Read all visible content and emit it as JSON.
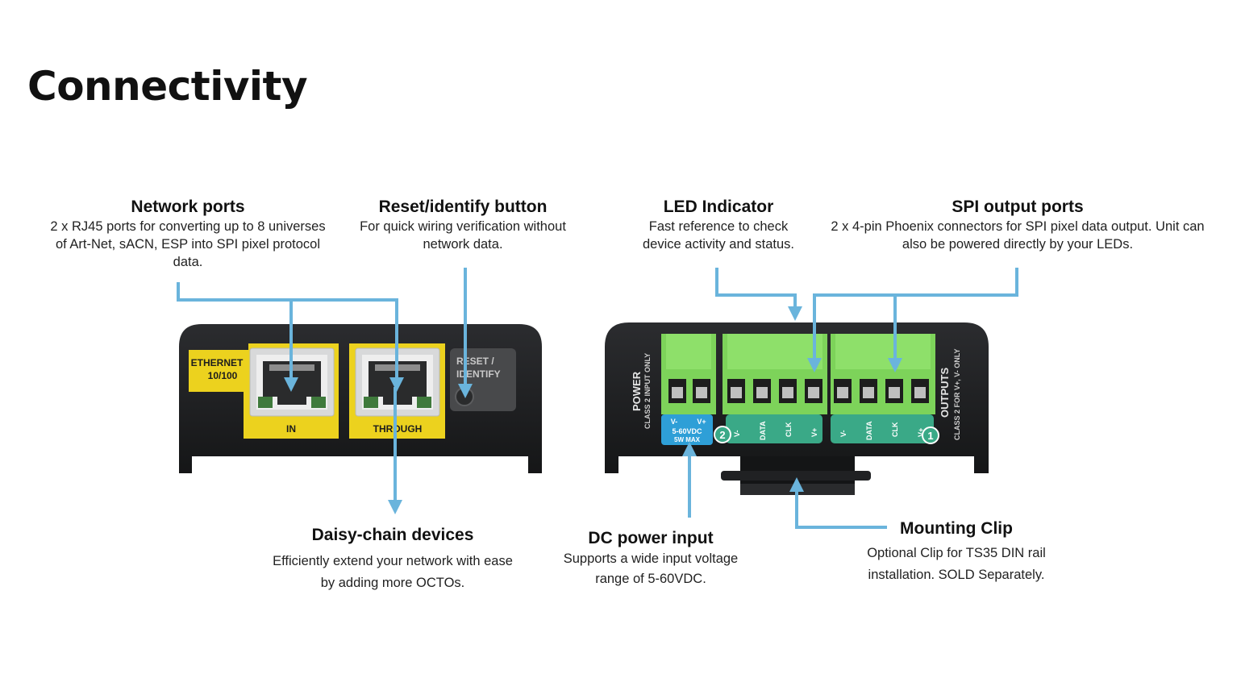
{
  "page": {
    "title": "Connectivity"
  },
  "colors": {
    "arrow": "#6ab4dc",
    "yellow": "#ecd21e",
    "green": "#7dd35a",
    "teal": "#3aa987",
    "blue": "#2e9fd7",
    "housing": "#1e1f21"
  },
  "callouts": {
    "network_ports": {
      "title": "Network ports",
      "text": "2 x RJ45 ports for converting up to 8 universes of Art-Net, sACN, ESP into SPI pixel protocol data."
    },
    "reset_button": {
      "title": "Reset/identify button",
      "text": "For quick wiring verification without network data."
    },
    "led_indicator": {
      "title": "LED Indicator",
      "text": "Fast reference to check device activity and status."
    },
    "spi_outputs": {
      "title": "SPI output ports",
      "text": "2 x 4-pin Phoenix connectors for SPI pixel data output. Unit can also be powered directly by your LEDs."
    },
    "daisy_chain": {
      "title": "Daisy-chain devices",
      "text": "Efficiently extend your network with ease by adding more OCTOs."
    },
    "dc_power": {
      "title": "DC power input",
      "text": "Supports a wide input voltage range of 5-60VDC."
    },
    "mounting_clip": {
      "title": "Mounting Clip",
      "text": "Optional Clip for TS35 DIN rail installation. SOLD Separately."
    }
  },
  "device_left": {
    "ethernet_label": "ETHERNET",
    "ethernet_speed": "10/100",
    "port_in": "IN",
    "port_through": "THROUGH",
    "reset_line1": "RESET /",
    "reset_line2": "IDENTIFY"
  },
  "device_right": {
    "power_label": "POWER",
    "power_sub": "CLASS 2 INPUT ONLY",
    "outputs_label": "OUTPUTS",
    "outputs_sub": "CLASS 2 FOR V+, V- ONLY",
    "power_pins": [
      "V-",
      "V+"
    ],
    "power_rating_1": "5-60VDC",
    "power_rating_2": "5W MAX",
    "port2_number": "2",
    "port1_number": "1",
    "port2_pins": [
      "V-",
      "DATA",
      "CLK",
      "V+"
    ],
    "port1_pins": [
      "V-",
      "DATA",
      "CLK",
      "V+"
    ]
  }
}
